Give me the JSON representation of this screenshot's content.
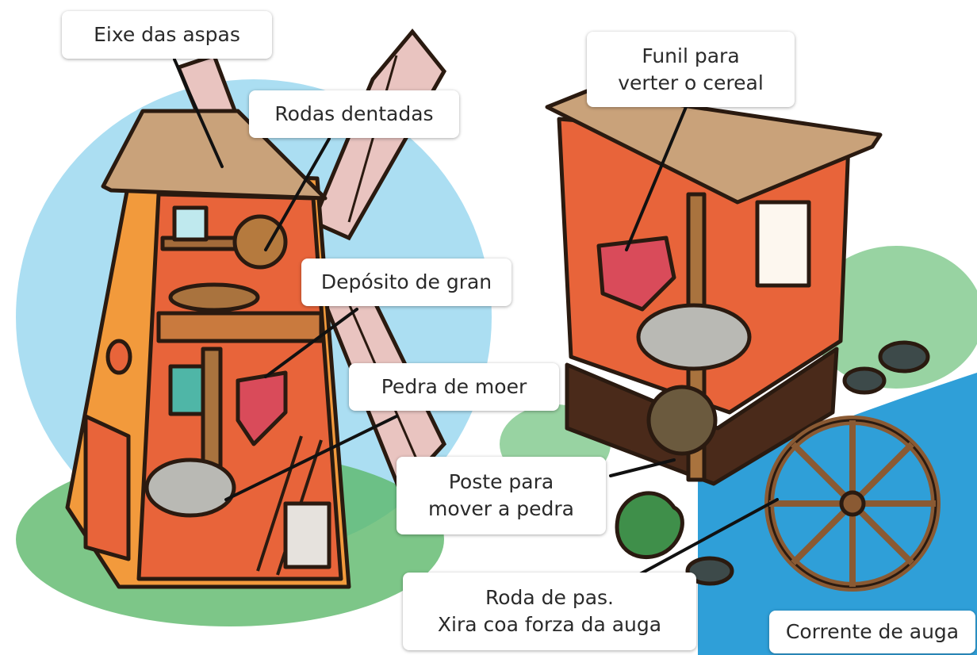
{
  "labels": {
    "axle": "Eixe das aspas",
    "gears": "Rodas dentadas",
    "grain_bin": "Depósito de gran",
    "millstone": "Pedra de moer",
    "funnel_line1": "Funil para",
    "funnel_line2": "verter o cereal",
    "post_line1": "Poste para",
    "post_line2": "mover a pedra",
    "wheel_line1": "Roda de pas.",
    "wheel_line2": "Xira coa forza da auga",
    "stream": "Corrente de auga"
  },
  "colors": {
    "sky_blue": "#8fd3ee",
    "grass_green": "#5cb86a",
    "wall_orange": "#f29a3c",
    "interior_red": "#e8643a",
    "roof_tan": "#c9a27a",
    "sail_pink": "#e9c4c0",
    "water_blue": "#2f9fd8",
    "wood_brown": "#8a5a33",
    "stone_gray": "#b9b9b4",
    "outline": "#2a1a10"
  }
}
